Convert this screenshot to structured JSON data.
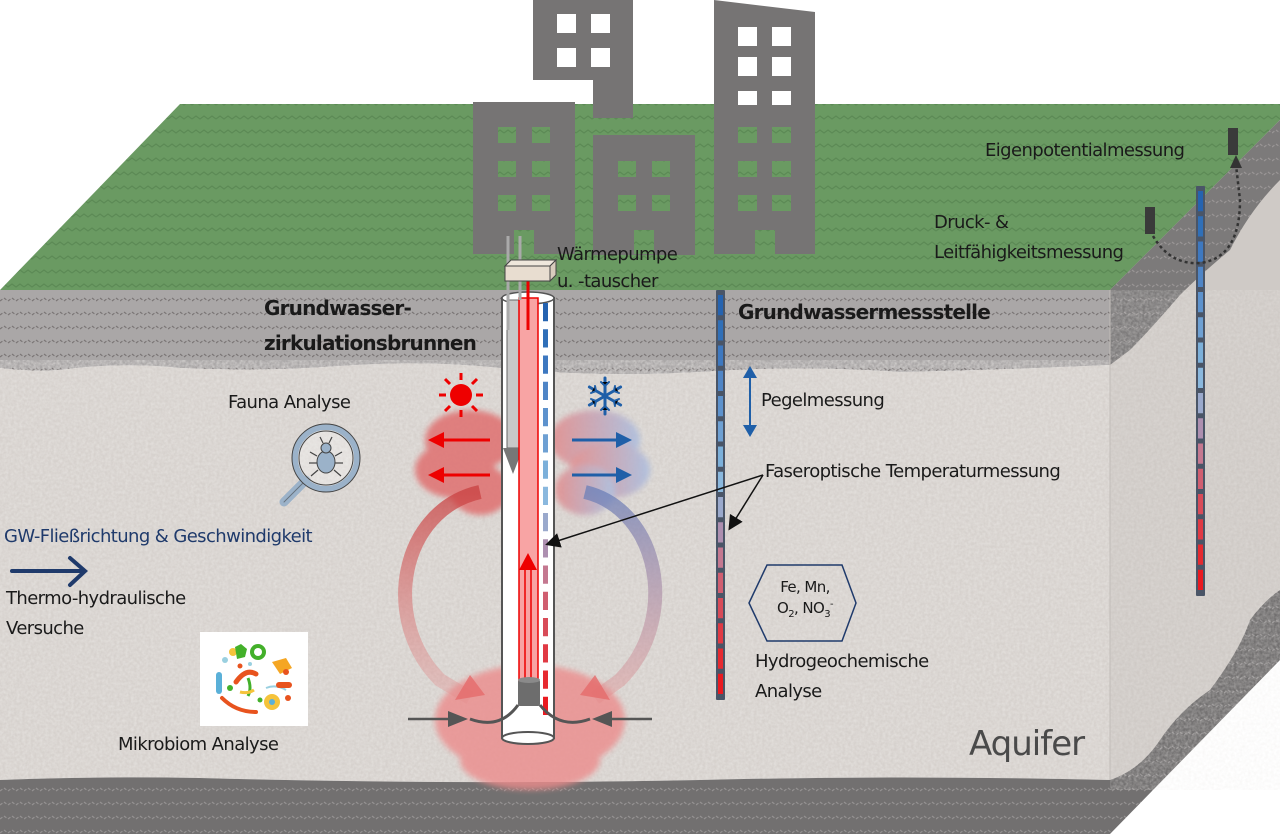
{
  "figure": {
    "title": "Grundwasserzirkulationsbrunnen monitoring concept",
    "labels": {
      "heat_pump_line1": "Wärmepumpe",
      "heat_pump_line2": "u. -tauscher",
      "gzb_line1": "Grundwasser-",
      "gzb_line2": "zirkulationsbrunnen",
      "monitoring_well": "Grundwassermessstelle",
      "self_potential": "Eigenpotentialmessung",
      "pressure_line1": "Druck- &",
      "pressure_line2": "Leitfähigkeitsmessung",
      "level": "Pegelmessung",
      "fiber_optic": "Faseroptische Temperaturmessung",
      "fauna": "Fauna Analyse",
      "gw_flow": "GW-Fließrichtung & Geschwindigkeit",
      "thermo_line1": "Thermo-hydraulische",
      "thermo_line2": "Versuche",
      "microbiome": "Mikrobiom Analyse",
      "hydrochem_line1": "Hydrogeochemische",
      "hydrochem_line2": "Analyse",
      "aquifer": "Aquifer"
    },
    "chem_box": {
      "line1": "Fe, Mn,",
      "o2_base": "O",
      "o2_sub": "2",
      "sep": ", NO",
      "no3_sub": "3",
      "no3_sup": "-"
    },
    "icons": {
      "sun": "sun-icon",
      "snowflake": "snowflake-icon",
      "magnifier": "magnifier-bug-icon",
      "buildings": "city-buildings-icon",
      "microbes": "microbiome-image"
    },
    "colors": {
      "grass": "#6a9a62",
      "cover_layer": "#a9a6a6",
      "aquifer": "#d6d1cd",
      "aquitard": "#727070",
      "building": "#767474",
      "warm": "#e60000",
      "cold": "#1f5fa8",
      "flow_arrow": "#1f3a6b"
    },
    "sensor_gradient": [
      "#2563b0",
      "#2f6fb8",
      "#3d78c0",
      "#4f85c6",
      "#5d92cd",
      "#6ea0d3",
      "#7cb0da",
      "#8ab8de",
      "#9aa9cc",
      "#ad8fb0",
      "#c47890",
      "#d05e70",
      "#d84b58",
      "#e03a44",
      "#e62a30",
      "#ea1a20"
    ]
  }
}
